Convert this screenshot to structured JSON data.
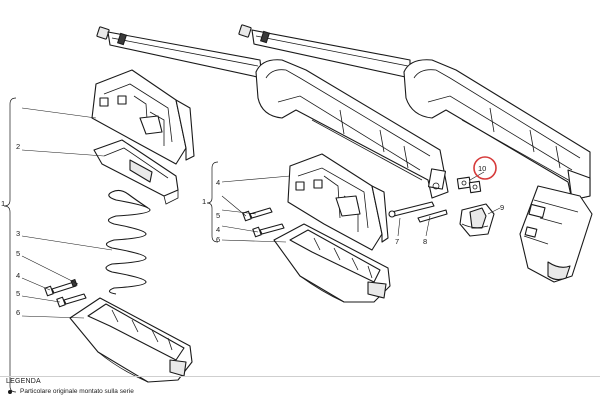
{
  "callouts": [
    "1",
    "2",
    "3",
    "4",
    "5",
    "6",
    "7",
    "8",
    "9",
    "10"
  ],
  "legend": {
    "title": "LEGENDA",
    "items": [
      {
        "symbol": "bullet",
        "text": "Particolare originale montato sulla serie"
      }
    ]
  },
  "highlight": {
    "target_callout": "10",
    "color": "#d63a3a"
  }
}
